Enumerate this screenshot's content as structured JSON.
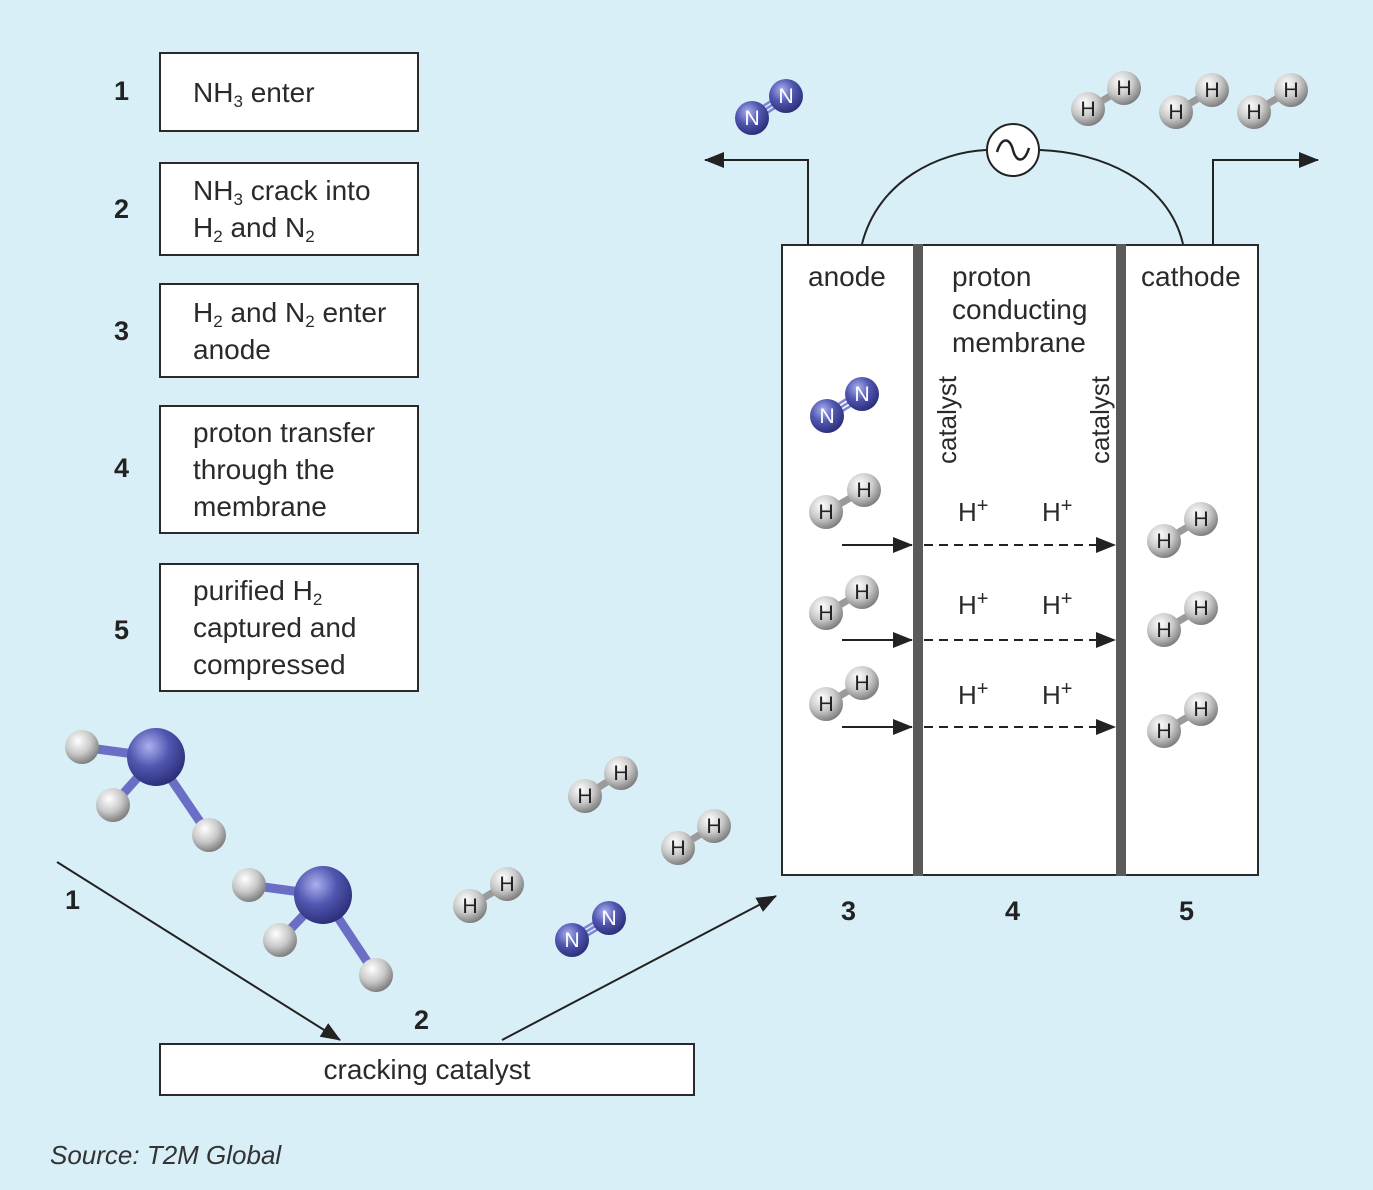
{
  "steps": [
    {
      "num": "1",
      "pre": "NH",
      "sub": "3",
      "post": " enter"
    },
    {
      "num": "2",
      "line1_pre": "NH",
      "line1_sub": "3",
      "line1_post": " crack into",
      "line2_a": "H",
      "line2_sub1": "2",
      "line2_b": " and N",
      "line2_sub2": "2"
    },
    {
      "num": "3",
      "line1_a": "H",
      "line1_sub1": "2",
      "line1_b": " and N",
      "line1_sub2": "2",
      "line1_c": " enter",
      "line2": "anode"
    },
    {
      "num": "4",
      "line1": "proton transfer",
      "line2": "through the",
      "line3": "membrane"
    },
    {
      "num": "5",
      "line1_pre": "purified H",
      "line1_sub": "2",
      "line2": "captured and",
      "line3": "compressed"
    }
  ],
  "process_labels": {
    "one": "1",
    "two": "2"
  },
  "cracking_catalyst": "cracking catalyst",
  "cell": {
    "anode": "anode",
    "membrane_line1": "proton",
    "membrane_line2": "conducting",
    "membrane_line3": "membrane",
    "cathode": "cathode",
    "catalyst_left": "catalyst",
    "catalyst_right": "catalyst",
    "proton": "H",
    "proton_sup": "+",
    "num_anode": "3",
    "num_membrane": "4",
    "num_cathode": "5"
  },
  "atoms": {
    "hydrogen": "H",
    "nitrogen": "N"
  },
  "source": "Source: T2M Global",
  "colors": {
    "background": "#d9eff8",
    "nitrogen": "#4b4fa8",
    "hydrogen": "#d8d8d8",
    "line": "#222222"
  }
}
